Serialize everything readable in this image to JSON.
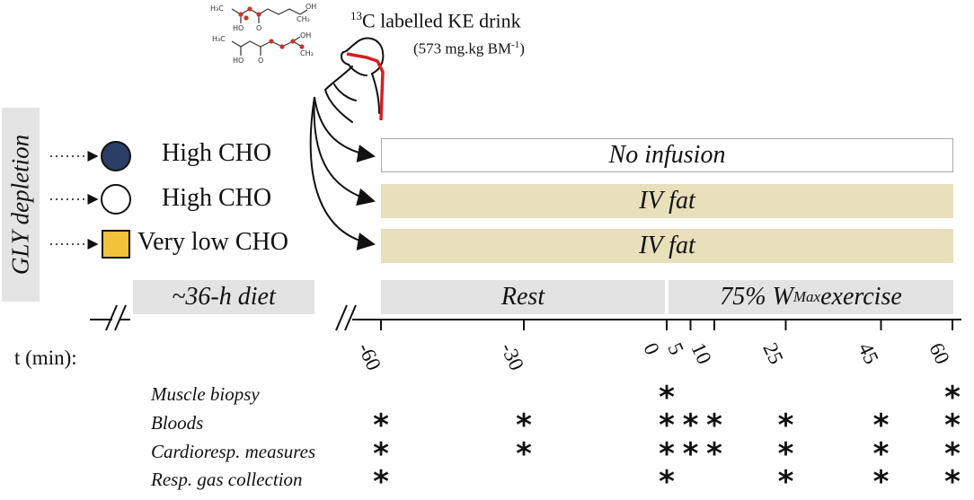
{
  "side_label": "GLY depletion",
  "drink": {
    "title_sup": "13",
    "title_main": "C labelled KE drink",
    "dose_main": "(573 mg.kg BM",
    "dose_sup": "-1",
    "dose_close": ")"
  },
  "conditions": [
    {
      "label": "High CHO",
      "marker": "filled-circle",
      "color": "#2c3e63"
    },
    {
      "label": "High CHO",
      "marker": "open-circle",
      "color": "#ffffff"
    },
    {
      "label": "Very low CHO",
      "marker": "square",
      "color": "#f3c23b"
    }
  ],
  "infusions": [
    "No infusion",
    "IV fat",
    "IV fat"
  ],
  "diet": "~36-h diet",
  "phases": {
    "rest": "Rest",
    "exercise_pre": "75% W",
    "exercise_sub": "Max",
    "exercise_post": " exercise"
  },
  "time_label": "t (min):",
  "timepoints": [
    -60,
    -30,
    0,
    5,
    10,
    25,
    45,
    60
  ],
  "timepoint_labels": [
    "-60",
    "-30",
    "0",
    "5",
    "10",
    "25",
    "45",
    "60"
  ],
  "measures": [
    {
      "label": "Muscle biopsy",
      "times": [
        0,
        60
      ]
    },
    {
      "label": "Bloods",
      "times": [
        -60,
        -30,
        0,
        5,
        10,
        25,
        45,
        60
      ]
    },
    {
      "label": "Cardioresp. measures",
      "times": [
        -60,
        -30,
        0,
        5,
        10,
        25,
        45,
        60
      ]
    },
    {
      "label": "Resp. gas collection",
      "times": [
        -60,
        0,
        25,
        45,
        60
      ]
    }
  ],
  "star_symbol": "*",
  "molecule_text": {
    "h3c": "H₃C",
    "ho": "HO",
    "oh": "OH",
    "ch3": "CH₃",
    "o": "O"
  },
  "colors": {
    "fat": "#e8dfbb",
    "grey": "#e3e3e3",
    "red": "#d42020",
    "navy": "#2c3e63",
    "yellow": "#f3c23b"
  }
}
